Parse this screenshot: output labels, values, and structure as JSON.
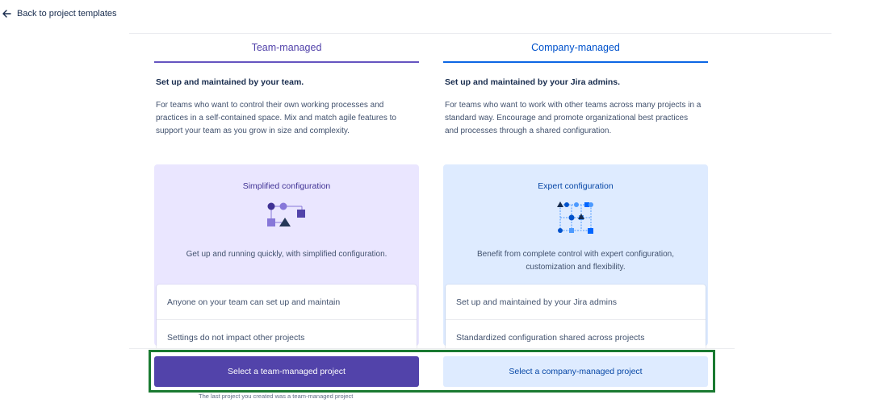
{
  "nav": {
    "back_label": "Back to project templates"
  },
  "colors": {
    "team_accent": "#5243aa",
    "company_accent": "#0052cc",
    "highlight_border": "#1a7a31"
  },
  "team": {
    "tab_label": "Team-managed",
    "heading": "Set up and maintained by your team.",
    "description": "For teams who want to control their own working processes and practices in a self-contained space. Mix and match agile features to support your team as you grow in size and complexity.",
    "card_title": "Simplified configuration",
    "card_icon": "simplified-config-illustration",
    "card_text": "Get up and running quickly, with simplified configuration.",
    "features": [
      "Anyone on your team can set up and maintain",
      "Settings do not impact other projects"
    ],
    "select_label": "Select a team-managed project"
  },
  "company": {
    "tab_label": "Company-managed",
    "heading": "Set up and maintained by your Jira admins.",
    "description": "For teams who want to work with other teams across many projects in a standard way. Encourage and promote organizational best practices and processes through a shared configuration.",
    "card_title": "Expert configuration",
    "card_icon": "expert-config-illustration",
    "card_text": "Benefit from complete control with expert configuration, customization and flexibility.",
    "features": [
      "Set up and maintained by your Jira admins",
      "Standardized configuration shared across projects"
    ],
    "select_label": "Select a company-managed project"
  },
  "footnote": "The last project you created was a team-managed project"
}
